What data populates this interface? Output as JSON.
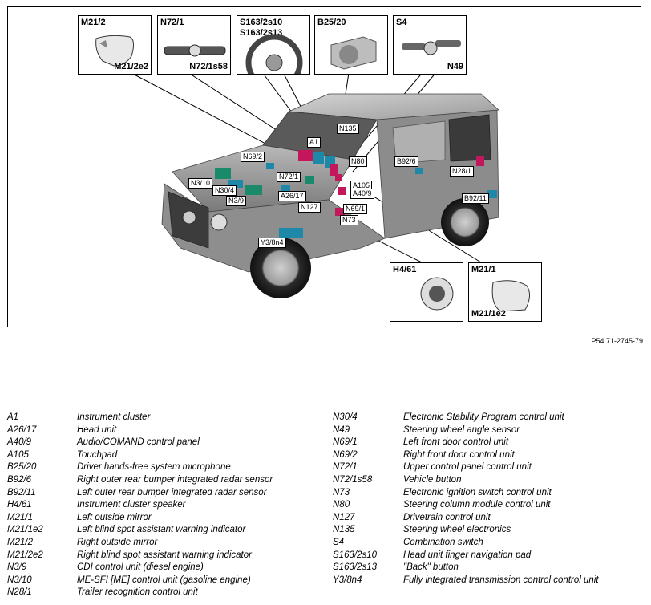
{
  "figure_ref": "P54.71-2745-79",
  "insets": {
    "mirror_right": {
      "labels": [
        "M21/2",
        "M21/2e2"
      ]
    },
    "upper_panel": {
      "labels": [
        "N72/1",
        "N72/1s58"
      ]
    },
    "steering_wheel": {
      "labels": [
        "S163/2s10",
        "S163/2s13"
      ]
    },
    "microphone": {
      "labels": [
        "B25/20"
      ]
    },
    "combination_switch": {
      "labels": [
        "S4",
        "N49"
      ]
    },
    "speaker": {
      "labels": [
        "H4/61"
      ]
    },
    "mirror_left": {
      "labels": [
        "M21/1",
        "M21/1e2"
      ]
    }
  },
  "callouts": [
    "N135",
    "A1",
    "N80",
    "N69/2",
    "N72/1",
    "N3/10",
    "N30/4",
    "N3/9",
    "A26/17",
    "A105",
    "A40/9",
    "N127",
    "N69/1",
    "N73",
    "B92/6",
    "N28/1",
    "B92/11",
    "Y3/8n4"
  ],
  "legend_left": [
    {
      "code": "A1",
      "desc": "Instrument cluster"
    },
    {
      "code": "A26/17",
      "desc": "Head unit"
    },
    {
      "code": "A40/9",
      "desc": "Audio/COMAND control panel"
    },
    {
      "code": "A105",
      "desc": "Touchpad"
    },
    {
      "code": "B25/20",
      "desc": "Driver hands-free system microphone"
    },
    {
      "code": "B92/6",
      "desc": "Right outer rear bumper integrated radar sensor"
    },
    {
      "code": "B92/11",
      "desc": "Left outer rear bumper integrated radar sensor"
    },
    {
      "code": "H4/61",
      "desc": "Instrument cluster speaker"
    },
    {
      "code": "M21/1",
      "desc": "Left outside mirror"
    },
    {
      "code": "M21/1e2",
      "desc": "Left blind spot assistant warning indicator"
    },
    {
      "code": "M21/2",
      "desc": "Right outside mirror"
    },
    {
      "code": "M21/2e2",
      "desc": "Right blind spot assistant warning indicator"
    },
    {
      "code": "N3/9",
      "desc": "CDI control unit (diesel engine)"
    },
    {
      "code": "N3/10",
      "desc": "ME-SFI [ME] control unit (gasoline engine)"
    },
    {
      "code": "N28/1",
      "desc": "Trailer recognition control unit"
    }
  ],
  "legend_right": [
    {
      "code": "N30/4",
      "desc": "Electronic Stability Program control unit"
    },
    {
      "code": "N49",
      "desc": "Steering wheel angle sensor"
    },
    {
      "code": "N69/1",
      "desc": "Left front door control unit"
    },
    {
      "code": "N69/2",
      "desc": "Right front door control unit"
    },
    {
      "code": "N72/1",
      "desc": "Upper control panel control unit"
    },
    {
      "code": "N72/1s58",
      "desc": "Vehicle button"
    },
    {
      "code": "N73",
      "desc": "Electronic ignition switch control unit"
    },
    {
      "code": "N80",
      "desc": "Steering column module control unit"
    },
    {
      "code": "N127",
      "desc": "Drivetrain control unit"
    },
    {
      "code": "N135",
      "desc": "Steering wheel electronics"
    },
    {
      "code": "S4",
      "desc": "Combination switch"
    },
    {
      "code": "S163/2s10",
      "desc": "Head unit finger navigation pad"
    },
    {
      "code": "S163/2s13",
      "desc": "\"Back\" button"
    },
    {
      "code": "Y3/8n4",
      "desc": "Fully integrated transmission control control unit"
    }
  ]
}
